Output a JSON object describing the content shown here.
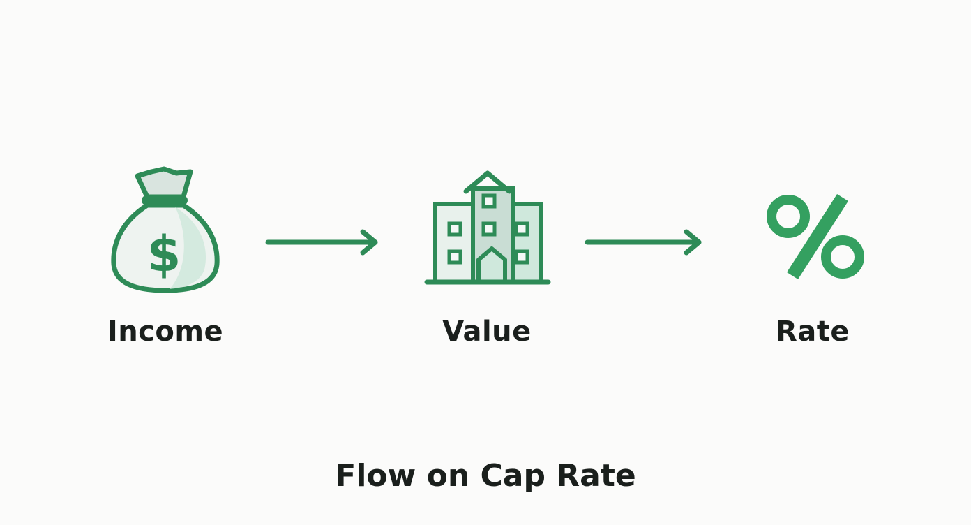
{
  "diagram": {
    "title": "Flow on Cap Rate",
    "accent_color": "#2e8b57",
    "nodes": [
      {
        "label": "Income",
        "icon": "money-bag-icon"
      },
      {
        "label": "Value",
        "icon": "building-icon"
      },
      {
        "label": "Rate",
        "icon": "percent-icon"
      }
    ],
    "edges": [
      {
        "from": "Income",
        "to": "Value"
      },
      {
        "from": "Value",
        "to": "Rate"
      }
    ]
  }
}
